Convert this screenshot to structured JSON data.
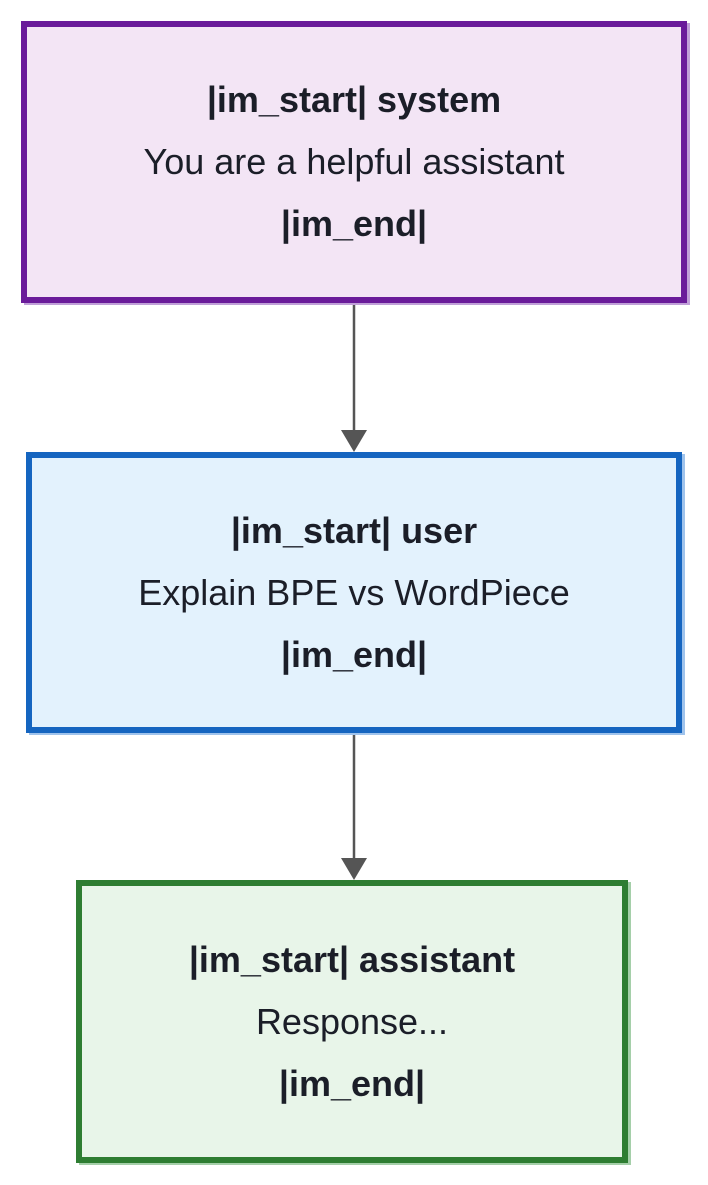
{
  "diagram": {
    "background": "#ffffff",
    "text_color": "#1b1e28",
    "connector": {
      "color": "#555555"
    },
    "nodes": [
      {
        "id": "system",
        "fill": "#f3e5f5",
        "border": "#6a1b9a",
        "shadow": "#c0a0d8",
        "lines": {
          "start": "|im_start| system",
          "content": "You are a helpful assistant",
          "end": "|im_end|"
        }
      },
      {
        "id": "user",
        "fill": "#e3f2fd",
        "border": "#1565c0",
        "shadow": "#9fc3ec",
        "lines": {
          "start": "|im_start| user",
          "content": "Explain BPE vs WordPiece",
          "end": "|im_end|"
        }
      },
      {
        "id": "assistant",
        "fill": "#e8f5e9",
        "border": "#2e7d32",
        "shadow": "#a5cfa9",
        "lines": {
          "start": "|im_start| assistant",
          "content": "Response...",
          "end": "|im_end|"
        }
      }
    ]
  }
}
